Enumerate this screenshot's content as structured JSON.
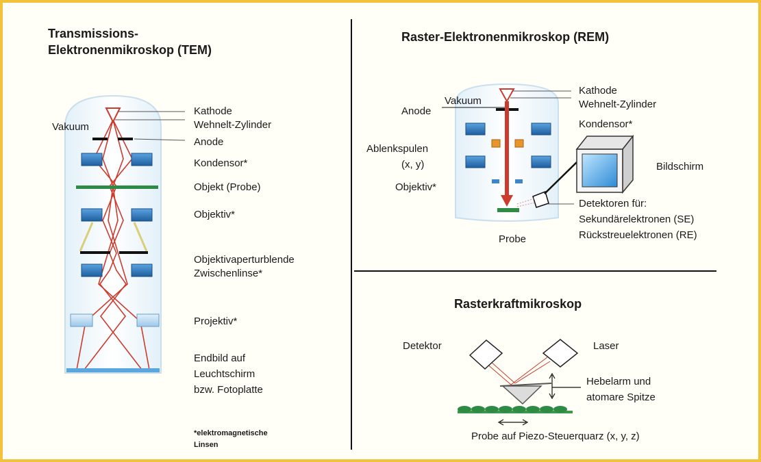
{
  "colors": {
    "border": "#f2c23c",
    "beam": "#cc3b2e",
    "lens_dark": "#2b6fb3",
    "lens_light": "#4f9bdb",
    "specimen": "#2e8b45",
    "screen": "#5aa6df",
    "aperture": "#111111"
  },
  "tem": {
    "title_line1": "Transmissions-",
    "title_line2": "Elektronenmikroskop (TEM)",
    "vakuum": "Vakuum",
    "kathode": "Kathode",
    "wehnelt": "Wehnelt-Zylinder",
    "anode": "Anode",
    "kondensor": "Kondensor*",
    "objekt": "Objekt (Probe)",
    "objektiv": "Objektiv*",
    "aperturblende": "Objektivaperturblende",
    "zwischenlinse": "Zwischenlinse*",
    "projektiv": "Projektiv*",
    "endbild_1": "Endbild auf",
    "endbild_2": "Leuchtschirm",
    "endbild_3": "bzw. Fotoplatte",
    "footnote_1": "*elektromagnetische",
    "footnote_2": "Linsen"
  },
  "rem": {
    "title": "Raster-Elektronenmikroskop (REM)",
    "kathode": "Kathode",
    "wehnelt": "Wehnelt-Zylinder",
    "kondensor": "Kondensor*",
    "vakuum": "Vakuum",
    "anode": "Anode",
    "ablenkspulen_1": "Ablenkspulen",
    "ablenkspulen_2": "(x, y)",
    "objektiv": "Objektiv*",
    "bildschirm": "Bildschirm",
    "detektoren_1": "Detektoren für:",
    "detektoren_2": "Sekundärelektronen (SE)",
    "detektoren_3": "Rückstreuelektronen (RE)",
    "probe": "Probe"
  },
  "afm": {
    "title": "Rasterkraftmikroskop",
    "detektor": "Detektor",
    "laser": "Laser",
    "hebelarm_1": "Hebelarm und",
    "hebelarm_2": "atomare Spitze",
    "probe": "Probe auf Piezo-Steuerquarz (x, y, z)"
  }
}
